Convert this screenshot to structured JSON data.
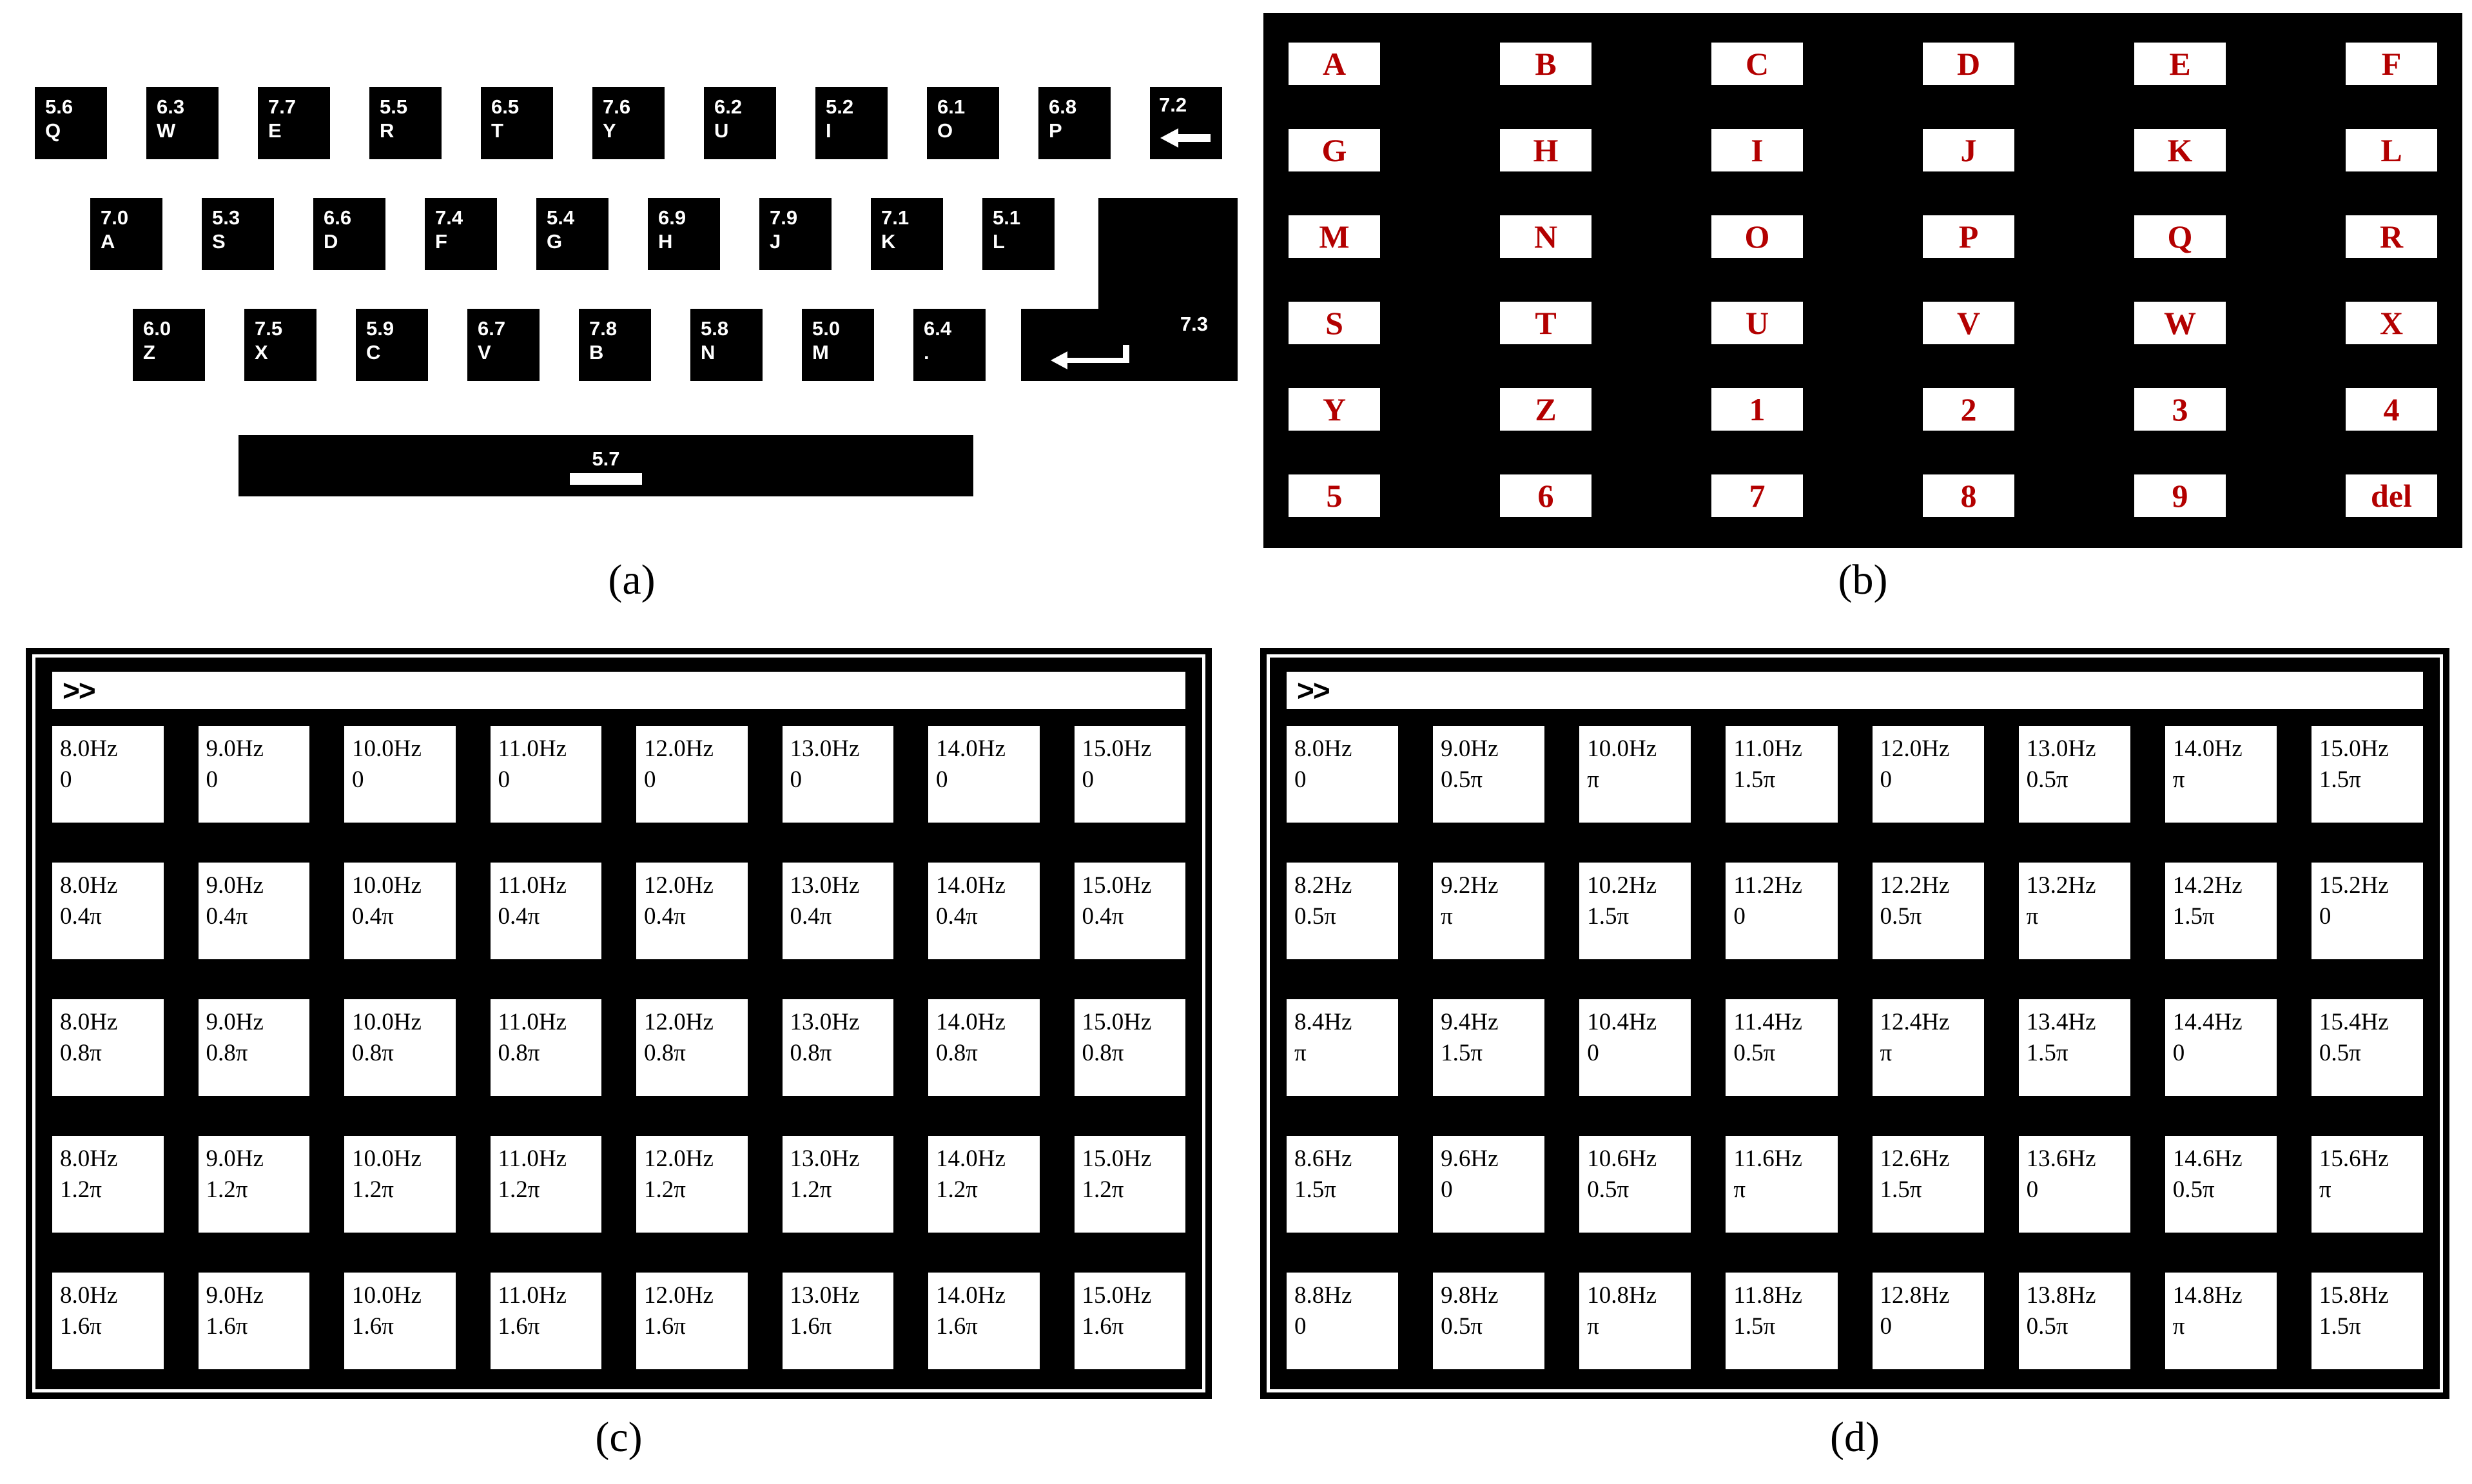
{
  "colors": {
    "letter_red": "#b30000",
    "panel_bg": "#000000",
    "key_face": "#ffffff",
    "key_text_dark": "#000000",
    "key_text_light": "#ffffff"
  },
  "panel_a": {
    "label": "(a)",
    "row1": [
      {
        "f": "5.6",
        "k": "Q"
      },
      {
        "f": "6.3",
        "k": "W"
      },
      {
        "f": "7.7",
        "k": "E"
      },
      {
        "f": "5.5",
        "k": "R"
      },
      {
        "f": "6.5",
        "k": "T"
      },
      {
        "f": "7.6",
        "k": "Y"
      },
      {
        "f": "6.2",
        "k": "U"
      },
      {
        "f": "5.2",
        "k": "I"
      },
      {
        "f": "6.1",
        "k": "O"
      },
      {
        "f": "6.8",
        "k": "P"
      }
    ],
    "row2": [
      {
        "f": "7.0",
        "k": "A"
      },
      {
        "f": "5.3",
        "k": "S"
      },
      {
        "f": "6.6",
        "k": "D"
      },
      {
        "f": "7.4",
        "k": "F"
      },
      {
        "f": "5.4",
        "k": "G"
      },
      {
        "f": "6.9",
        "k": "H"
      },
      {
        "f": "7.9",
        "k": "J"
      },
      {
        "f": "7.1",
        "k": "K"
      },
      {
        "f": "5.1",
        "k": "L"
      }
    ],
    "row3": [
      {
        "f": "6.0",
        "k": "Z"
      },
      {
        "f": "7.5",
        "k": "X"
      },
      {
        "f": "5.9",
        "k": "C"
      },
      {
        "f": "6.7",
        "k": "V"
      },
      {
        "f": "7.8",
        "k": "B"
      },
      {
        "f": "5.8",
        "k": "N"
      },
      {
        "f": "5.0",
        "k": "M"
      },
      {
        "f": "6.4",
        "k": "."
      }
    ],
    "backspace": {
      "f": "7.2"
    },
    "enter": {
      "f": "7.3"
    },
    "space": {
      "f": "5.7"
    }
  },
  "panel_b": {
    "label": "(b)",
    "keys": [
      "A",
      "B",
      "C",
      "D",
      "E",
      "F",
      "G",
      "H",
      "I",
      "J",
      "K",
      "L",
      "M",
      "N",
      "O",
      "P",
      "Q",
      "R",
      "S",
      "T",
      "U",
      "V",
      "W",
      "X",
      "Y",
      "Z",
      "1",
      "2",
      "3",
      "4",
      "5",
      "6",
      "7",
      "8",
      "9",
      "del"
    ]
  },
  "panel_c": {
    "label": "(c)",
    "prompt": ">>",
    "keys": [
      {
        "f": "8.0Hz",
        "p": "0"
      },
      {
        "f": "9.0Hz",
        "p": "0"
      },
      {
        "f": "10.0Hz",
        "p": "0"
      },
      {
        "f": "11.0Hz",
        "p": "0"
      },
      {
        "f": "12.0Hz",
        "p": "0"
      },
      {
        "f": "13.0Hz",
        "p": "0"
      },
      {
        "f": "14.0Hz",
        "p": "0"
      },
      {
        "f": "15.0Hz",
        "p": "0"
      },
      {
        "f": "8.0Hz",
        "p": "0.4π"
      },
      {
        "f": "9.0Hz",
        "p": "0.4π"
      },
      {
        "f": "10.0Hz",
        "p": "0.4π"
      },
      {
        "f": "11.0Hz",
        "p": "0.4π"
      },
      {
        "f": "12.0Hz",
        "p": "0.4π"
      },
      {
        "f": "13.0Hz",
        "p": "0.4π"
      },
      {
        "f": "14.0Hz",
        "p": "0.4π"
      },
      {
        "f": "15.0Hz",
        "p": "0.4π"
      },
      {
        "f": "8.0Hz",
        "p": "0.8π"
      },
      {
        "f": "9.0Hz",
        "p": "0.8π"
      },
      {
        "f": "10.0Hz",
        "p": "0.8π"
      },
      {
        "f": "11.0Hz",
        "p": "0.8π"
      },
      {
        "f": "12.0Hz",
        "p": "0.8π"
      },
      {
        "f": "13.0Hz",
        "p": "0.8π"
      },
      {
        "f": "14.0Hz",
        "p": "0.8π"
      },
      {
        "f": "15.0Hz",
        "p": "0.8π"
      },
      {
        "f": "8.0Hz",
        "p": "1.2π"
      },
      {
        "f": "9.0Hz",
        "p": "1.2π"
      },
      {
        "f": "10.0Hz",
        "p": "1.2π"
      },
      {
        "f": "11.0Hz",
        "p": "1.2π"
      },
      {
        "f": "12.0Hz",
        "p": "1.2π"
      },
      {
        "f": "13.0Hz",
        "p": "1.2π"
      },
      {
        "f": "14.0Hz",
        "p": "1.2π"
      },
      {
        "f": "15.0Hz",
        "p": "1.2π"
      },
      {
        "f": "8.0Hz",
        "p": "1.6π"
      },
      {
        "f": "9.0Hz",
        "p": "1.6π"
      },
      {
        "f": "10.0Hz",
        "p": "1.6π"
      },
      {
        "f": "11.0Hz",
        "p": "1.6π"
      },
      {
        "f": "12.0Hz",
        "p": "1.6π"
      },
      {
        "f": "13.0Hz",
        "p": "1.6π"
      },
      {
        "f": "14.0Hz",
        "p": "1.6π"
      },
      {
        "f": "15.0Hz",
        "p": "1.6π"
      }
    ]
  },
  "panel_d": {
    "label": "(d)",
    "prompt": ">>",
    "keys": [
      {
        "f": "8.0Hz",
        "p": "0"
      },
      {
        "f": "9.0Hz",
        "p": "0.5π"
      },
      {
        "f": "10.0Hz",
        "p": "π"
      },
      {
        "f": "11.0Hz",
        "p": "1.5π"
      },
      {
        "f": "12.0Hz",
        "p": "0"
      },
      {
        "f": "13.0Hz",
        "p": "0.5π"
      },
      {
        "f": "14.0Hz",
        "p": "π"
      },
      {
        "f": "15.0Hz",
        "p": "1.5π"
      },
      {
        "f": "8.2Hz",
        "p": "0.5π"
      },
      {
        "f": "9.2Hz",
        "p": "π"
      },
      {
        "f": "10.2Hz",
        "p": "1.5π"
      },
      {
        "f": "11.2Hz",
        "p": "0"
      },
      {
        "f": "12.2Hz",
        "p": "0.5π"
      },
      {
        "f": "13.2Hz",
        "p": "π"
      },
      {
        "f": "14.2Hz",
        "p": "1.5π"
      },
      {
        "f": "15.2Hz",
        "p": "0"
      },
      {
        "f": "8.4Hz",
        "p": "π"
      },
      {
        "f": "9.4Hz",
        "p": "1.5π"
      },
      {
        "f": "10.4Hz",
        "p": "0"
      },
      {
        "f": "11.4Hz",
        "p": "0.5π"
      },
      {
        "f": "12.4Hz",
        "p": "π"
      },
      {
        "f": "13.4Hz",
        "p": "1.5π"
      },
      {
        "f": "14.4Hz",
        "p": "0"
      },
      {
        "f": "15.4Hz",
        "p": "0.5π"
      },
      {
        "f": "8.6Hz",
        "p": "1.5π"
      },
      {
        "f": "9.6Hz",
        "p": "0"
      },
      {
        "f": "10.6Hz",
        "p": "0.5π"
      },
      {
        "f": "11.6Hz",
        "p": "π"
      },
      {
        "f": "12.6Hz",
        "p": "1.5π"
      },
      {
        "f": "13.6Hz",
        "p": "0"
      },
      {
        "f": "14.6Hz",
        "p": "0.5π"
      },
      {
        "f": "15.6Hz",
        "p": "π"
      },
      {
        "f": "8.8Hz",
        "p": "0"
      },
      {
        "f": "9.8Hz",
        "p": "0.5π"
      },
      {
        "f": "10.8Hz",
        "p": "π"
      },
      {
        "f": "11.8Hz",
        "p": "1.5π"
      },
      {
        "f": "12.8Hz",
        "p": "0"
      },
      {
        "f": "13.8Hz",
        "p": "0.5π"
      },
      {
        "f": "14.8Hz",
        "p": "π"
      },
      {
        "f": "15.8Hz",
        "p": "1.5π"
      }
    ]
  }
}
